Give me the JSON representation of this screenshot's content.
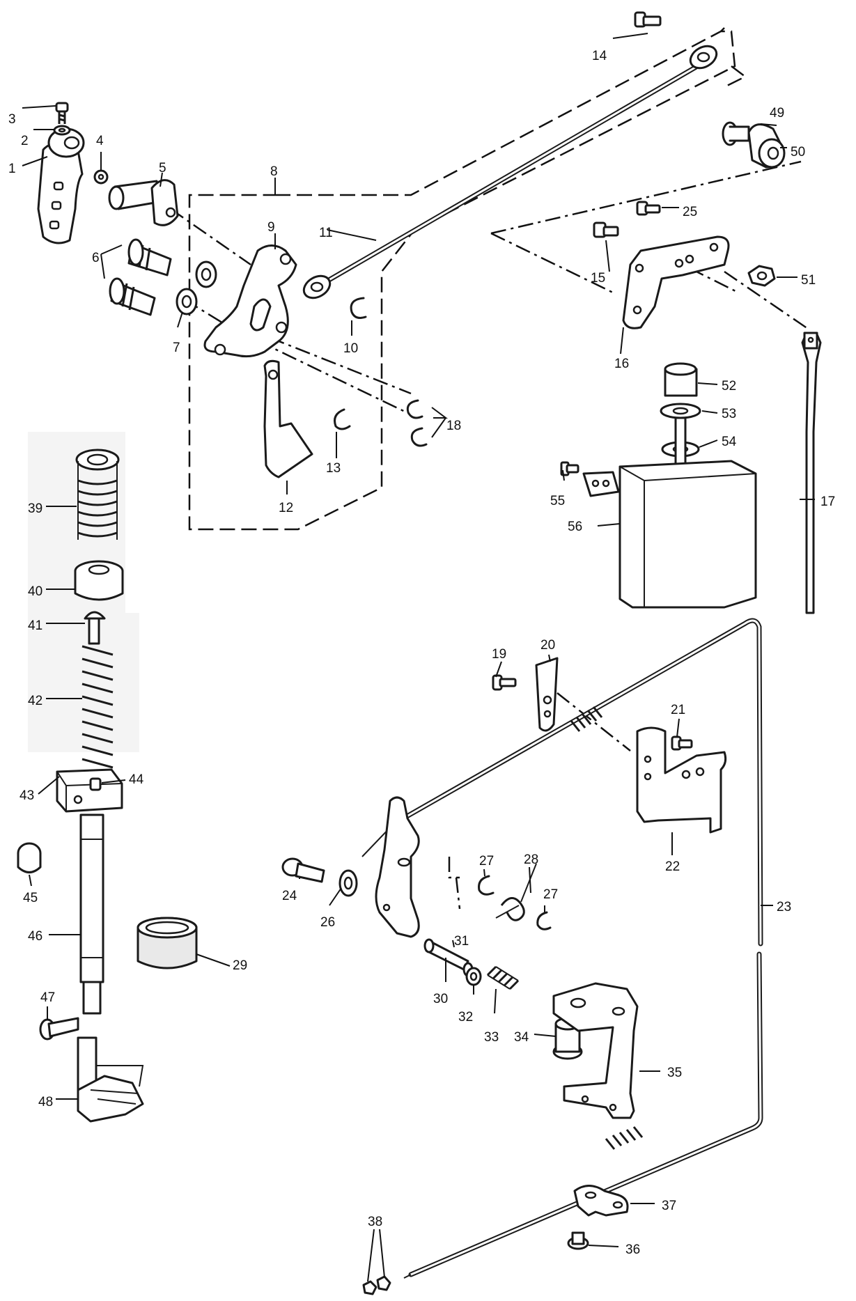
{
  "labels": {
    "p1": "1",
    "p2": "2",
    "p3": "3",
    "p4": "4",
    "p5": "5",
    "p6": "6",
    "p7": "7",
    "p8": "8",
    "p9": "9",
    "p10": "10",
    "p11": "11",
    "p12": "12",
    "p13": "13",
    "p14": "14",
    "p15": "15",
    "p16": "16",
    "p17": "17",
    "p18": "18",
    "p19": "19",
    "p20": "20",
    "p21": "21",
    "p22": "22",
    "p23": "23",
    "p24": "24",
    "p25": "25",
    "p26": "26",
    "p27": "27",
    "p28": "28",
    "p29": "29",
    "p30": "30",
    "p31": "31",
    "p32": "32",
    "p33": "33",
    "p34": "34",
    "p35": "35",
    "p36": "36",
    "p37": "37",
    "p38": "38",
    "p39": "39",
    "p40": "40",
    "p41": "41",
    "p42": "42",
    "p43": "43",
    "p44": "44",
    "p45": "45",
    "p46": "46",
    "p47": "47",
    "p48": "48",
    "p49": "49",
    "p50": "50",
    "p51": "51",
    "p52": "52",
    "p53": "53",
    "p54": "54",
    "p55": "55",
    "p56": "56"
  },
  "colors": {
    "line": "#1a1a1a",
    "background": "#ffffff",
    "shading": "#f4f4f4"
  }
}
